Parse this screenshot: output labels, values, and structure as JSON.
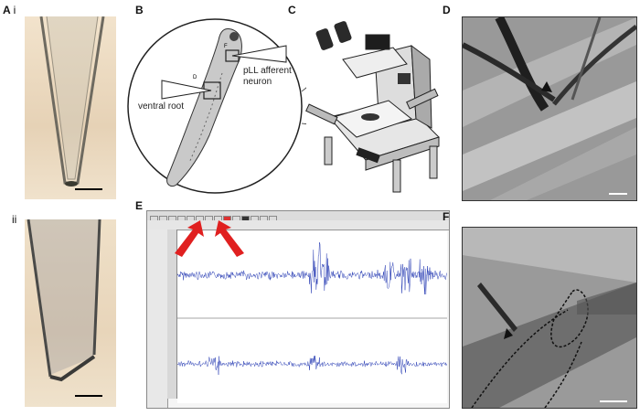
{
  "panels": {
    "A": {
      "letter": "A",
      "sub_i": "i",
      "sub_ii": "ii"
    },
    "B": {
      "letter": "B",
      "label_pll": "pLL afferent",
      "label_neuron": "neuron",
      "label_ventral": "ventral root"
    },
    "C": {
      "letter": "C"
    },
    "D": {
      "letter": "D"
    },
    "E": {
      "letter": "E"
    },
    "F": {
      "letter": "F"
    }
  },
  "colors": {
    "trace": "#2b3fb5",
    "arrow": "#e02020",
    "micro_bg": "#8e8e8e",
    "pipette_bg": "#e8d4b8"
  },
  "icons": [
    "microscope-icon",
    "zebrafish-larva-icon",
    "arrow-pointer-icon",
    "electrode-icon"
  ]
}
